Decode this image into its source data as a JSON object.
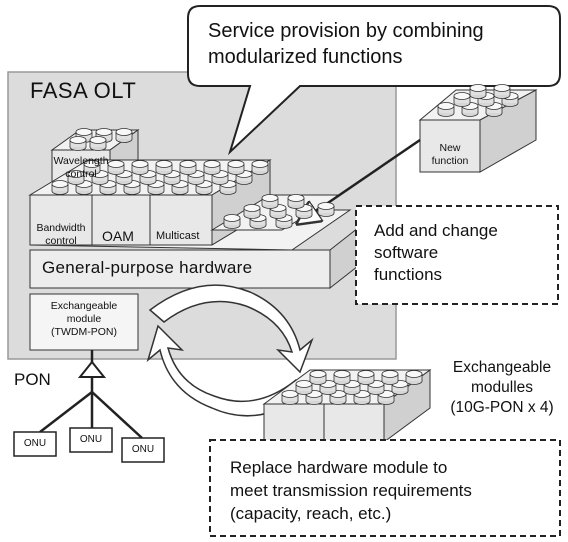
{
  "title": "FASA OLT",
  "callout": {
    "line1": "Service provision by combining",
    "line2": "modularized functions"
  },
  "software_modules": {
    "wavelength_line1": "Wavelength",
    "wavelength_line2": "control",
    "bandwidth_line1": "Bandwidth",
    "bandwidth_line2": "control",
    "oam": "OAM",
    "multicast": "Multicast",
    "new_line1": "New",
    "new_line2": "function"
  },
  "hardware": {
    "label": "General-purpose  hardware"
  },
  "exchangeable_module": {
    "line1": "Exchangeable",
    "line2": "module",
    "line3": "(TWDM-PON)"
  },
  "add_change_box": {
    "line1": "Add and change",
    "line2": "software",
    "line3": "functions"
  },
  "exchangeable_modules_label": {
    "line1": "Exchangeable",
    "line2": "modulles",
    "line3": "(10G-PON x 4)"
  },
  "replace_box": {
    "line1": "Replace hardware module to",
    "line2": "meet transmission requirements",
    "line3": "(capacity, reach, etc.)"
  },
  "pon": {
    "label": "PON",
    "onus": [
      "ONU",
      "ONU",
      "ONU"
    ]
  },
  "colors": {
    "olt_panel": "#dcdcdc",
    "block_top": "#f2f2f2",
    "block_side": "#d0d0d0",
    "block_front": "#e8e8e8",
    "stroke": "#333333"
  }
}
